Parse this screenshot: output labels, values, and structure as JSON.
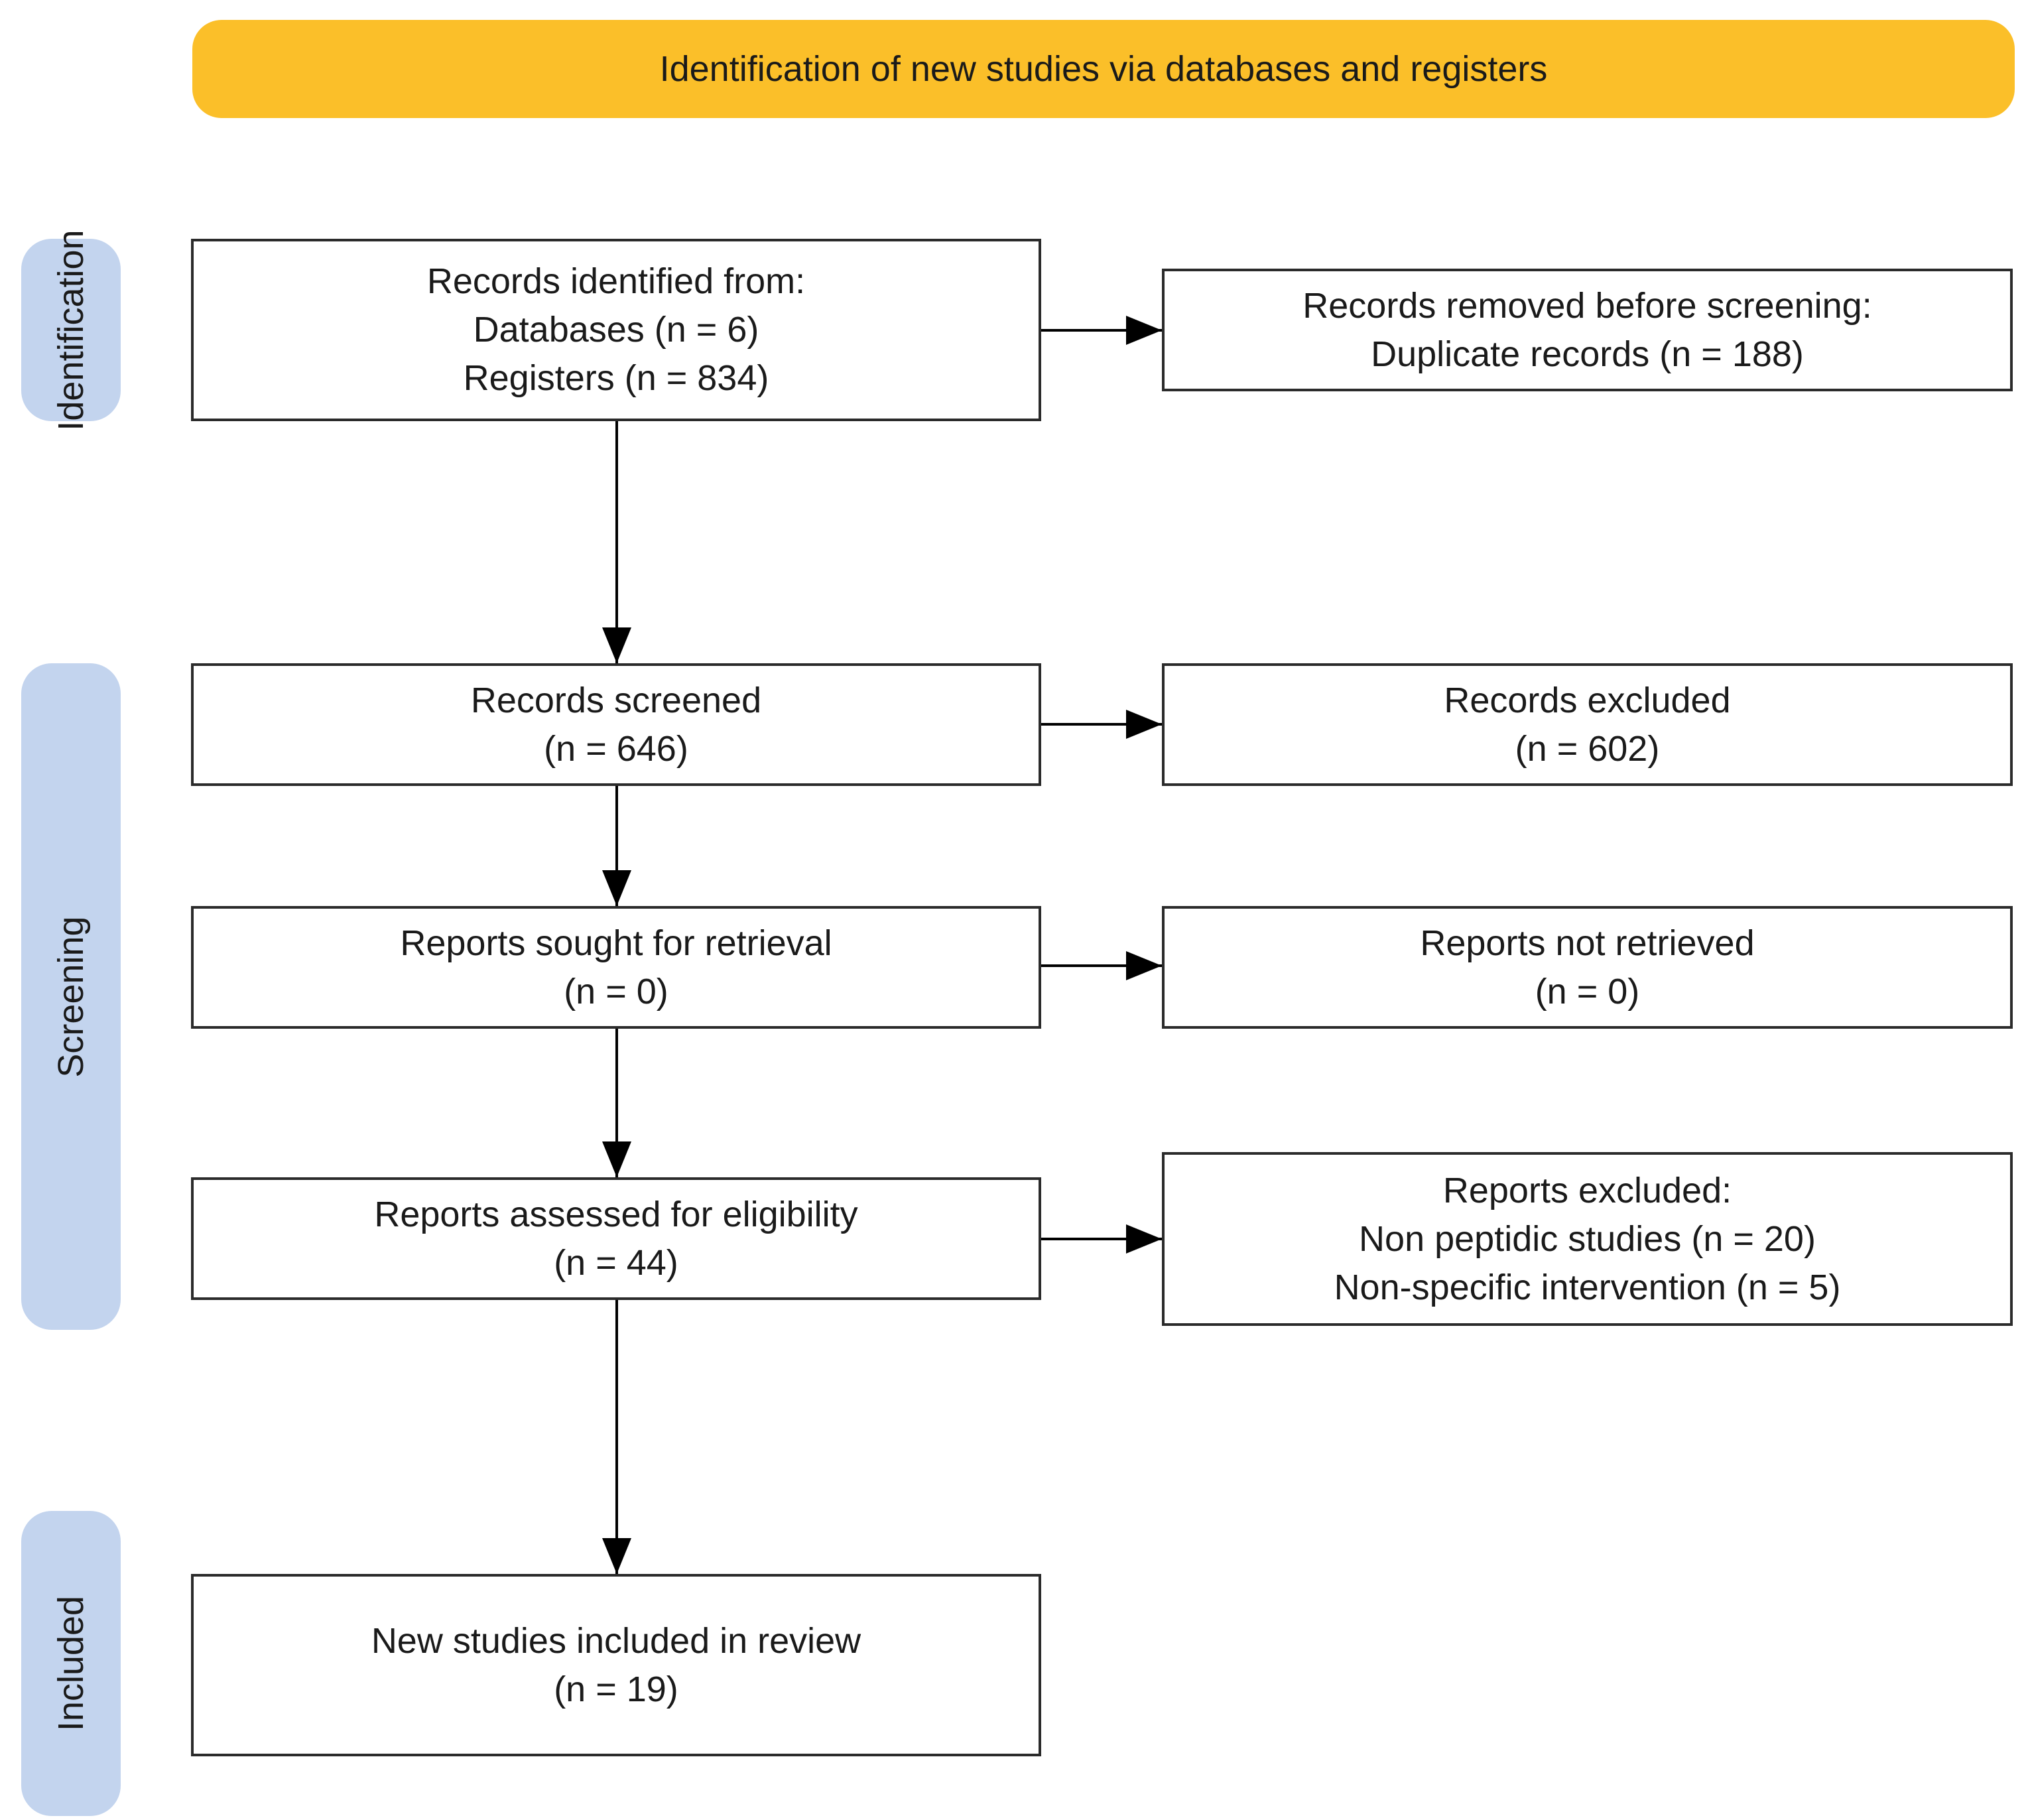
{
  "header": {
    "title": "Identification of new studies via databases and registers"
  },
  "phases": {
    "identification": "Identification",
    "screening": "Screening",
    "included": "Included"
  },
  "boxes": {
    "records_identified": {
      "line1": "Records identified from:",
      "line2": "Databases (n = 6)",
      "line3": "Registers (n = 834)"
    },
    "records_removed": {
      "line1": "Records removed before screening:",
      "line2": "Duplicate records (n = 188)"
    },
    "records_screened": {
      "line1": "Records screened",
      "line2": "(n = 646)"
    },
    "records_excluded": {
      "line1": "Records excluded",
      "line2": "(n = 602)"
    },
    "reports_sought": {
      "line1": "Reports sought for retrieval",
      "line2": "(n = 0)"
    },
    "reports_not_retrieved": {
      "line1": "Reports not retrieved",
      "line2": "(n = 0)"
    },
    "reports_assessed": {
      "line1": "Reports assessed for eligibility",
      "line2": "(n = 44)"
    },
    "reports_excluded": {
      "line1": "Reports excluded:",
      "line2": "Non peptidic studies (n = 20)",
      "line3": "Non-specific intervention (n = 5)"
    },
    "studies_included": {
      "line1": "New studies included in review",
      "line2": "(n = 19)"
    }
  },
  "colors": {
    "header_fill": "#fbbf29",
    "phase_fill": "#c3d4ee",
    "box_border": "#2b2b2b",
    "arrow": "#000000"
  }
}
